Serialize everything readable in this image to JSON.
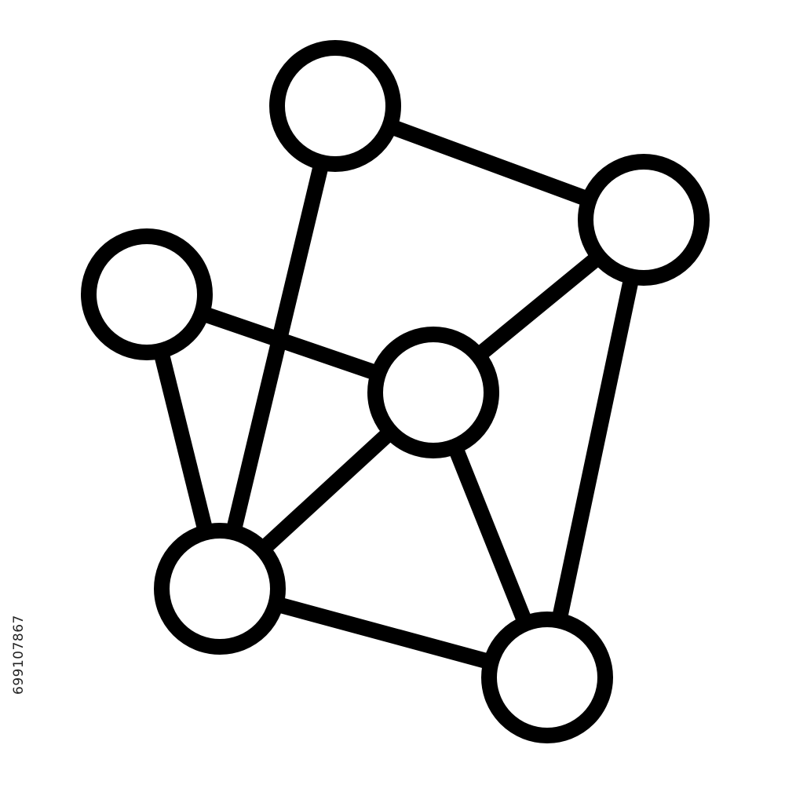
{
  "icon": {
    "name": "network-graph-icon",
    "stroke_color": "#000000",
    "fill_color": "#ffffff",
    "nodes": [
      "top",
      "right",
      "left",
      "center",
      "bottom-left",
      "bottom-right"
    ],
    "edges": [
      [
        "top",
        "right"
      ],
      [
        "top",
        "bottom-left"
      ],
      [
        "right",
        "center"
      ],
      [
        "right",
        "bottom-right"
      ],
      [
        "left",
        "center"
      ],
      [
        "left",
        "bottom-left"
      ],
      [
        "center",
        "bottom-left"
      ],
      [
        "center",
        "bottom-right"
      ],
      [
        "bottom-left",
        "bottom-right"
      ]
    ]
  },
  "watermark": {
    "stock_id": "699107867"
  }
}
